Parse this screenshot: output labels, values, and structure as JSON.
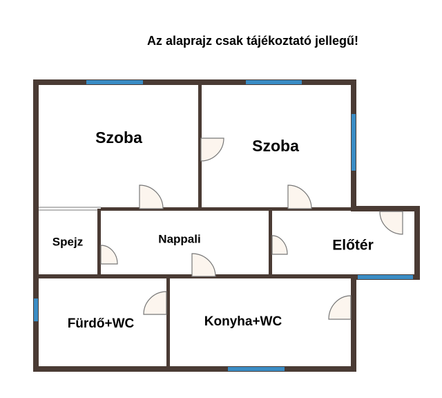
{
  "title": "Az alaprajz csak tájékoztató jellegű!",
  "rooms": {
    "szoba1": "Szoba",
    "szoba2": "Szoba",
    "spejz": "Spejz",
    "nappali": "Nappali",
    "eloter": "Előtér",
    "furdo": "Fürdő+WC",
    "konyha": "Konyha+WC"
  },
  "colors": {
    "wall": "#4a3b34",
    "window": "#3a8cc4",
    "door": "#fcf5ee"
  }
}
